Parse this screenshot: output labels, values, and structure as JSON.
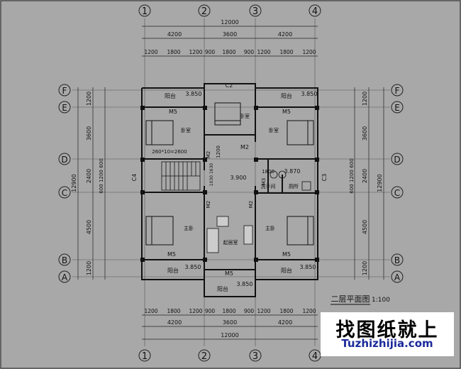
{
  "drawing": {
    "title": "二层平面图",
    "scale": "1:100",
    "top_axes": [
      "1",
      "2",
      "3",
      "4"
    ],
    "bottom_axes": [
      "1",
      "2",
      "3",
      "4"
    ],
    "left_axes": [
      "F",
      "E",
      "D",
      "C",
      "B",
      "A"
    ],
    "right_axes": [
      "F",
      "E",
      "D",
      "C",
      "B",
      "A"
    ],
    "dims_top_overall": "12000",
    "dims_top_mid": [
      "4200",
      "3600",
      "4200"
    ],
    "dims_top_fine": [
      "1200",
      "1800",
      "1200",
      "900",
      "1800",
      "900",
      "1200",
      "1800",
      "1200"
    ],
    "dims_bottom_fine": [
      "1200",
      "1800",
      "1200",
      "900",
      "1800",
      "900",
      "1200",
      "1800",
      "1200"
    ],
    "dims_bottom_mid": [
      "4200",
      "3600",
      "4200"
    ],
    "dims_bottom_overall": "12000",
    "dims_left_fine": [
      "1200",
      "3600",
      "2400",
      "4500",
      "1200"
    ],
    "dims_left_small": [
      "600",
      "1200",
      "600"
    ],
    "dims_left_overall": "12900",
    "dims_right_fine": [
      "1200",
      "3600",
      "2400",
      "4500",
      "1200"
    ],
    "dims_right_small": [
      "600",
      "1200",
      "600"
    ],
    "dims_right_overall": "12900",
    "rooms": {
      "balcony_tl": "阳台",
      "level_tl": "3.850",
      "window_c2": "C2",
      "balcony_tr": "阳台",
      "level_tr": "3.850",
      "bedroom_mid": "卧室",
      "bedroom_left": "卧室",
      "bedroom_right": "卧室",
      "m5_tl": "M5",
      "m5_tr": "M5",
      "m2_a": "M2",
      "m2_b": "M2",
      "m2_c": "M2",
      "m2_d": "M2",
      "stair_note": "260*10=2600",
      "dim_1200": "1200",
      "dim_1030_1630": "1030 1630",
      "level_hall": "3.900",
      "window_c4": "C4",
      "window_c3": "C3",
      "wash": "洗手间",
      "bath": "厕所",
      "m3": "M3",
      "dim_1800": "1800",
      "level_bath": "3.870",
      "master_left": "主卧",
      "master_right": "主卧",
      "living": "起居室",
      "m5_bl": "M5",
      "m5_br": "M5",
      "m5_bc": "M5",
      "balcony_bl": "阳台",
      "level_bl": "3.850",
      "balcony_br": "阳台",
      "level_br": "3.850",
      "balcony_bc": "阳台",
      "level_bc": "3.850"
    }
  },
  "watermark": {
    "line1": "找图纸就上",
    "line2": "Tuzhizhijia.com"
  }
}
